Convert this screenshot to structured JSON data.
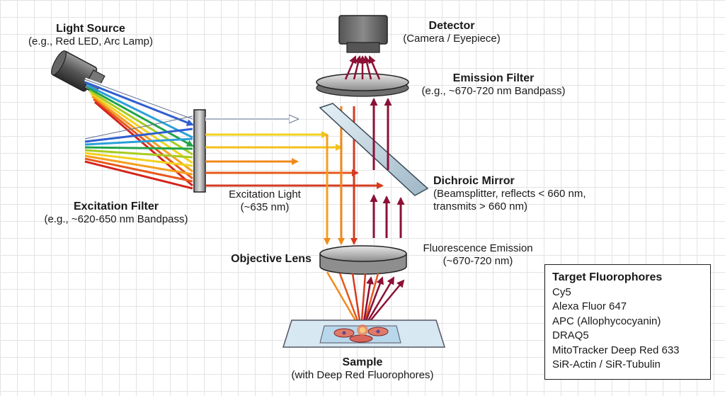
{
  "labels": {
    "light_source": {
      "title": "Light Source",
      "sub": "(e.g., Red LED, Arc Lamp)"
    },
    "detector": {
      "title": "Detector",
      "sub": "(Camera / Eyepiece)"
    },
    "emission_filter": {
      "title": "Emission Filter",
      "sub": "(e.g., ~670-720 nm Bandpass)"
    },
    "dichroic_mirror": {
      "title": "Dichroic Mirror",
      "sub1": "(Beamsplitter, reflects < 660 nm,",
      "sub2": "transmits > 660 nm)"
    },
    "excitation_filter": {
      "title": "Excitation Filter",
      "sub": "(e.g., ~620-650 nm Bandpass)"
    },
    "excitation_light": {
      "line1": "Excitation Light",
      "line2": "(~635 nm)"
    },
    "objective_lens": {
      "title": "Objective Lens"
    },
    "fluorescence_emission": {
      "line1": "Fluorescence Emission",
      "line2": "(~670-720 nm)"
    },
    "sample": {
      "title": "Sample",
      "sub": "(with Deep Red Fluorophores)"
    }
  },
  "fluorophores": {
    "title": "Target Fluorophores",
    "items": [
      "Cy5",
      "Alexa Fluor 647",
      "APC (Allophycocyanin)",
      "DRAQ5",
      "MitoTracker Deep Red 633",
      "SiR-Actin / SiR-Tubulin"
    ]
  },
  "colors": {
    "excitation_red": "#d63a1f",
    "excitation_orange": "#f08a1c",
    "emission_darkred": "#8c1035",
    "spectrum": [
      "#8a3fbf",
      "#2f5fd0",
      "#2aa0d8",
      "#22a34a",
      "#a8cc22",
      "#f2d21e",
      "#f5a01e",
      "#e8581c",
      "#d4231c"
    ]
  }
}
